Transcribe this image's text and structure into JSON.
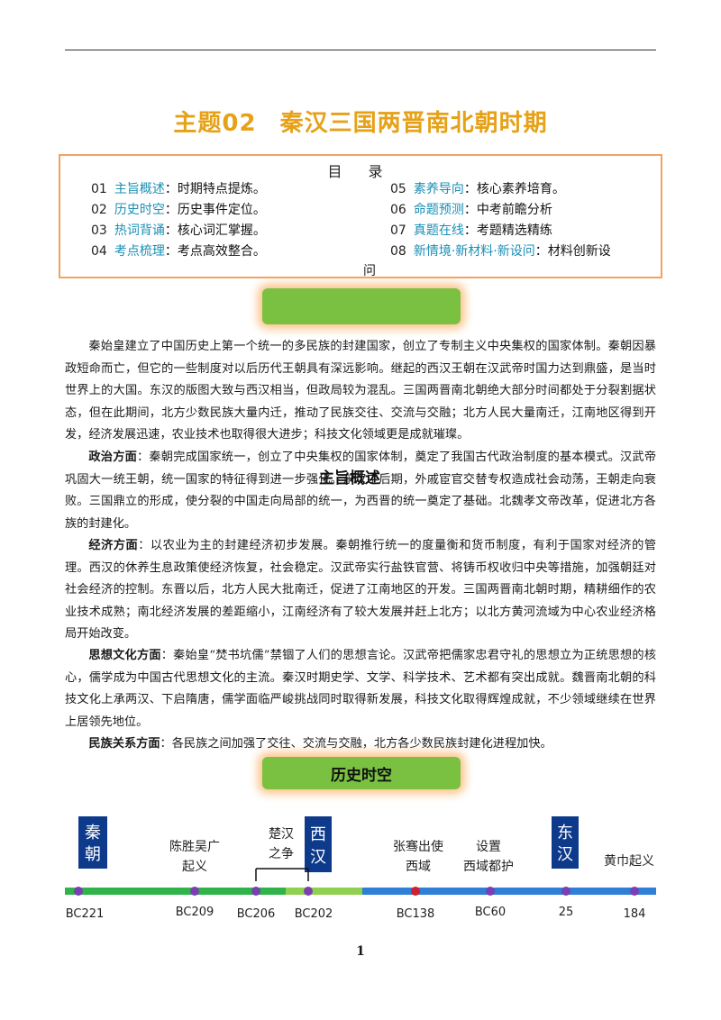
{
  "title": {
    "num": "主题02",
    "text": "秦汉三国两晋南北朝时期"
  },
  "toc": {
    "heading": "目 录",
    "items": [
      {
        "no": "01",
        "key": "主旨概述",
        "desc": "：时期特点提炼。"
      },
      {
        "no": "02",
        "key": "历史时空",
        "desc": "：历史事件定位。"
      },
      {
        "no": "03",
        "key": "热词背诵",
        "desc": "：核心词汇掌握。"
      },
      {
        "no": "04",
        "key": "考点梳理",
        "desc": "：考点高效整合。"
      },
      {
        "no": "05",
        "key": "素养导向",
        "desc": "：核心素养培育。"
      },
      {
        "no": "06",
        "key": "命题预测",
        "desc": "：中考前瞻分析"
      },
      {
        "no": "07",
        "key": "真题在线",
        "desc": "：考题精选精练"
      },
      {
        "no": "08",
        "key": "新情境·新材料·新设问",
        "desc": "：材料创新设"
      }
    ],
    "wrap": "问"
  },
  "section1": {
    "title": "主旨概述"
  },
  "section2": {
    "title": "历史时空"
  },
  "paragraphs": [
    {
      "label": "",
      "text": "秦始皇建立了中国历史上第一个统一的多民族的封建国家，创立了专制主义中央集权的国家体制。秦朝因暴政短命而亡，但它的一些制度对以后历代王朝具有深远影响。继起的西汉王朝在汉武帝时国力达到鼎盛，是当时世界上的大国。东汉的版图大致与西汉相当，但政局较为混乱。三国两晋南北朝绝大部分时间都处于分裂割据状态，但在此期间，北方少数民族大量内迁，推动了民族交往、交流与交融；北方人民大量南迁，江南地区得到开发，经济发展迅速，农业技术也取得很大进步；科技文化领域更是成就璀璨。"
    },
    {
      "label": "政治方面",
      "text": "：秦朝完成国家统一，创立了中央集权的国家体制，奠定了我国古代政治制度的基本模式。汉武帝巩固大一统王朝，统一国家的特征得到进一步强化。东汉中后期，外戚宦官交替专权造成社会动荡，王朝走向衰败。三国鼎立的形成，使分裂的中国走向局部的统一，为西晋的统一奠定了基础。北魏孝文帝改革，促进北方各族的封建化。"
    },
    {
      "label": "经济方面",
      "text": "：以农业为主的封建经济初步发展。秦朝推行统一的度量衡和货币制度，有利于国家对经济的管理。西汉的休养生息政策使经济恢复，社会稳定。汉武帝实行盐铁官营、将铸币权收归中央等措施，加强朝廷对社会经济的控制。东晋以后，北方人民大批南迁，促进了江南地区的开发。三国两晋南北朝时期，精耕细作的农业技术成熟；南北经济发展的差距缩小，江南经济有了较大发展并赶上北方；以北方黄河流域为中心农业经济格局开始改变。"
    },
    {
      "label": "思想文化方面",
      "text": "：秦始皇“焚书坑儒”禁锢了人们的思想言论。汉武帝把儒家忠君守礼的思想立为正统思想的核心，儒学成为中国古代思想文化的主流。秦汉时期史学、文学、科学技术、艺术都有突出成就。魏晋南北朝的科技文化上承两汉、下启隋唐，儒学面临严峻挑战同时取得新发展，科技文化取得辉煌成就，不少领域继续在世界上居领先地位。"
    },
    {
      "label": "民族关系方面",
      "text": "：各民族之间加强了交往、交流与交融，北方各少数民族封建化进程加快。"
    }
  ],
  "timeline": {
    "dynasties": [
      {
        "name": "秦朝",
        "chars": [
          "秦",
          "朝"
        ]
      },
      {
        "name": "西汉",
        "chars": [
          "西",
          "汉"
        ]
      },
      {
        "name": "东汉",
        "chars": [
          "东",
          "汉"
        ]
      }
    ],
    "events": [
      {
        "lines": [
          "陈胜吴广",
          "起义"
        ]
      },
      {
        "lines": [
          "楚汉",
          "之争"
        ]
      },
      {
        "lines": [
          "张骞出使",
          "西域"
        ]
      },
      {
        "lines": [
          "设置",
          "西域都护"
        ]
      },
      {
        "lines": [
          "黄巾起义"
        ]
      }
    ],
    "years": [
      "BC221",
      "BC209",
      "BC206",
      "BC202",
      "BC138",
      "BC60",
      "25",
      "184"
    ],
    "colors": {
      "dynasty": "#0e3a8c",
      "green": "#2fb34a",
      "lightgreen": "#8fd14f",
      "blue": "#2f7fd6",
      "dot": "#7a3fb0",
      "reddot": "#d21f2b"
    }
  },
  "page_number": "1"
}
